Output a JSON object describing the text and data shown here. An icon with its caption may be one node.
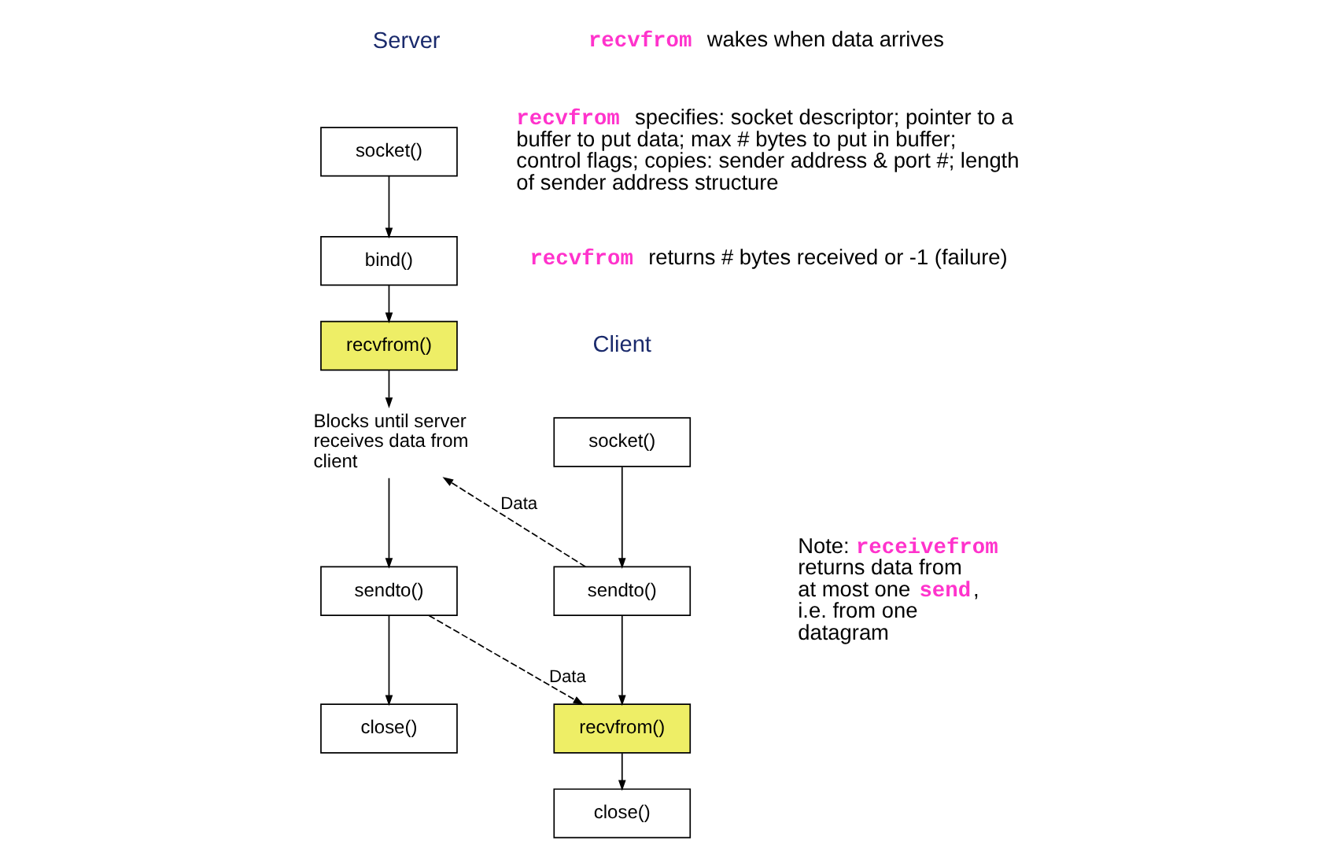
{
  "diagram": {
    "nodes": [
      {
        "text": [
          "socket()"
        ]
      },
      {
        "text": [
          "bind()"
        ]
      },
      {
        "text": [
          "recvfrom()"
        ]
      },
      {
        "text": [
          "Blocks until server receives data from client"
        ]
      },
      {
        "text": [
          "sendto()"
        ]
      },
      {
        "text": [
          "close()"
        ]
      },
      {
        "text": [
          "socket()"
        ]
      },
      {
        "text": [
          "sendto()"
        ]
      },
      {
        "text": [
          "recvfrom()"
        ]
      },
      {
        "text": [
          "close()"
        ]
      }
    ],
    "edges": [
      {
        "from": 0,
        "to": 1,
        "arrow": "to"
      },
      {
        "from": 1,
        "to": 2,
        "arrow": "to"
      },
      {
        "from": 2,
        "to": 3,
        "arrow": "to"
      },
      {
        "from": 3,
        "to": 4,
        "arrow": "to"
      },
      {
        "from": 4,
        "to": 5,
        "arrow": "to"
      },
      {
        "from": 6,
        "to": 7,
        "arrow": "to"
      },
      {
        "from": 7,
        "to": 8,
        "arrow": "to"
      },
      {
        "from": 8,
        "to": 9,
        "arrow": "to"
      },
      {
        "from": 7,
        "to": 3,
        "arrow": "to",
        "label": "Data",
        "style": "dashed"
      },
      {
        "from": 4,
        "to": 8,
        "arrow": "to",
        "label": "Data",
        "style": "dashed"
      }
    ],
    "labels": [
      "**recvfrom** wakes when data arrives",
      "**recvfrom** specifies: socket descriptor; pointer to a buffer to put data; max # bytes to put in buffer; control flags; copies:  sender address & port #; length of sender address structure",
      "**recvfrom** returns # bytes received or -1 (failure)",
      "Server",
      "Client",
      "Note: **receivefrom** returns data from at most one **send**, i.e. from one datagram"
    ]
  }
}
